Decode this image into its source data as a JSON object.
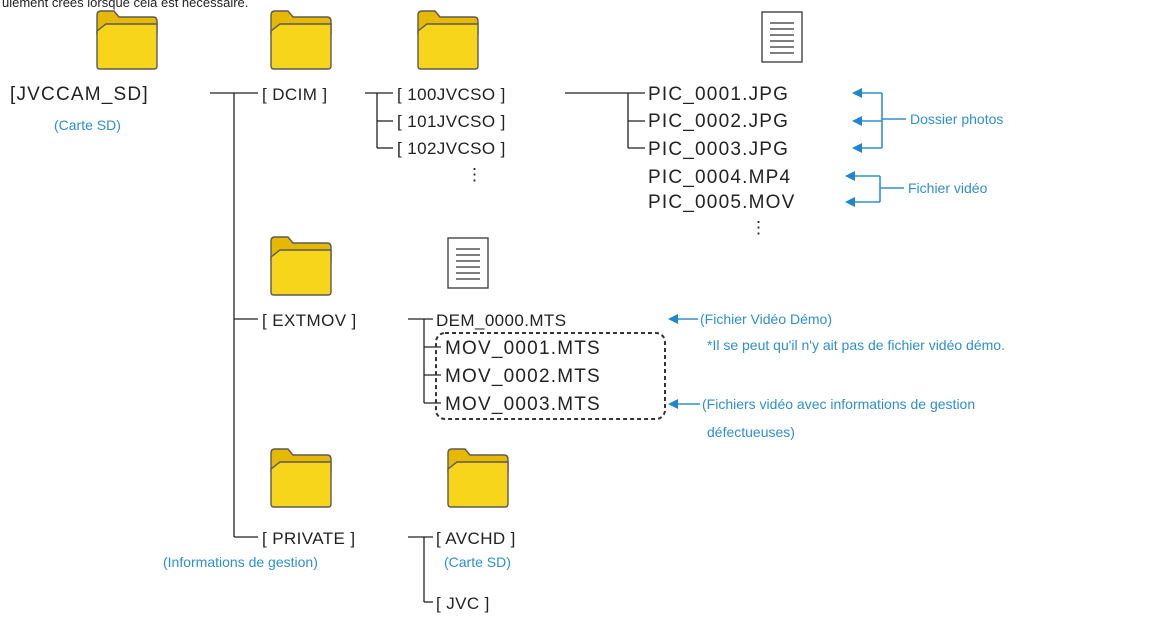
{
  "header_fragment": "ulement créés lorsque cela est nécessaire.",
  "tree": {
    "root": {
      "label": "[JVCCAM_SD]",
      "caption": "(Carte SD)"
    },
    "dcim": {
      "label": "[ DCIM ]",
      "folders": [
        "[ 100JVCSO ]",
        "[ 101JVCSO ]",
        "[ 102JVCSO ]"
      ],
      "ellipsis": "⋮",
      "files": [
        "PIC_0001.JPG",
        "PIC_0002.JPG",
        "PIC_0003.JPG",
        "PIC_0004.MP4",
        "PIC_0005.MOV"
      ],
      "files_ellipsis": "⋮"
    },
    "extmov": {
      "label": "[ EXTMOV ]",
      "demo_file": "DEM_0000.MTS",
      "files": [
        "MOV_0001.MTS",
        "MOV_0002.MTS",
        "MOV_0003.MTS"
      ]
    },
    "private": {
      "label": "[ PRIVATE ]",
      "caption": "(Informations de gestion)",
      "children": [
        "[ AVCHD ]",
        "[ JVC ]"
      ],
      "avchd_caption": "(Carte SD)"
    }
  },
  "annotations": {
    "photos": "Dossier photos",
    "video": "Fichier vidéo",
    "demo_title": "(Fichier Vidéo Démo)",
    "demo_note": "*Il se peut qu'il n'y ait pas de fichier vidéo démo.",
    "defective_line1": "(Fichiers vidéo avec informations de gestion",
    "defective_line2": "défectueuses)"
  },
  "icons": {
    "folder": "folder-icon",
    "document": "document-icon"
  },
  "colors": {
    "accent": "#2e8fd0",
    "folder_fill": "#f6d51b",
    "folder_outline": "#5a5a5a"
  }
}
